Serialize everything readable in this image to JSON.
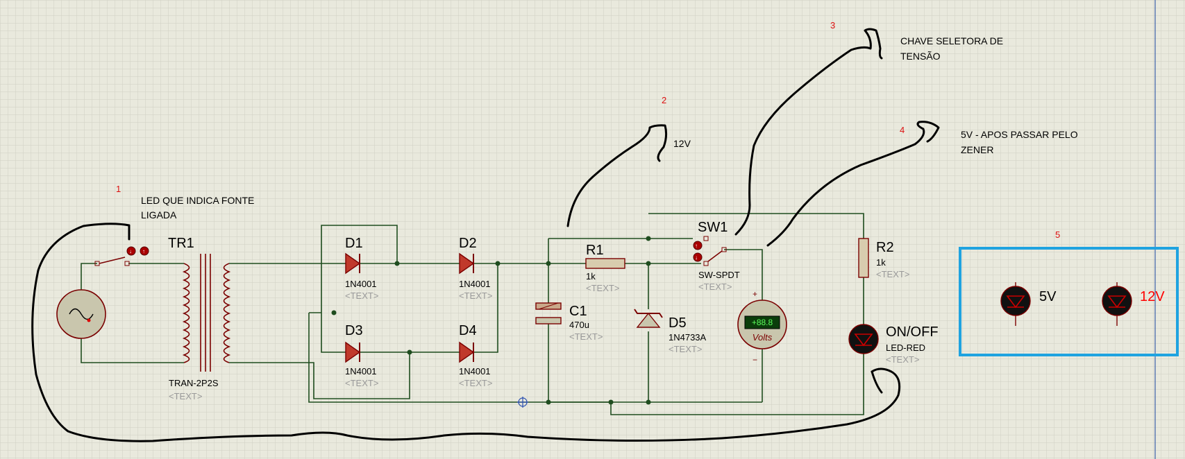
{
  "colors": {
    "background": "#e9e9dd",
    "grid": "#cfcfc2",
    "wire": "#1f4d1f",
    "component": "#7a0000",
    "annotation_box": "#1fa3e0",
    "note_number": "#d11111",
    "led_label_12v": "#ff0000"
  },
  "components": {
    "tr1": {
      "ref": "TR1",
      "part": "TRAN-2P2S",
      "text": "<TEXT>"
    },
    "d1": {
      "ref": "D1",
      "part": "1N4001",
      "text": "<TEXT>"
    },
    "d2": {
      "ref": "D2",
      "part": "1N4001",
      "text": "<TEXT>"
    },
    "d3": {
      "ref": "D3",
      "part": "1N4001",
      "text": "<TEXT>"
    },
    "d4": {
      "ref": "D4",
      "part": "1N4001",
      "text": "<TEXT>"
    },
    "c1": {
      "ref": "C1",
      "value": "470u",
      "text": "<TEXT>"
    },
    "r1": {
      "ref": "R1",
      "value": "1k",
      "text": "<TEXT>"
    },
    "r2": {
      "ref": "R2",
      "value": "1k",
      "text": "<TEXT>"
    },
    "d5": {
      "ref": "D5",
      "part": "1N4733A",
      "text": "<TEXT>"
    },
    "sw1": {
      "ref": "SW1",
      "part": "SW-SPDT",
      "text": "<TEXT>"
    },
    "led_onoff": {
      "ref": "ON/OFF",
      "part": "LED-RED",
      "text": "<TEXT>"
    },
    "voltmeter": {
      "display": "+88.8",
      "unit": "Volts",
      "plus": "+",
      "minus": "−"
    }
  },
  "annotations": [
    {
      "number": "1",
      "lines": [
        "LED QUE INDICA FONTE",
        "LIGADA"
      ]
    },
    {
      "number": "2",
      "lines": [
        "12V"
      ]
    },
    {
      "number": "3",
      "lines": [
        "CHAVE SELETORA DE",
        "TENSÃO"
      ]
    },
    {
      "number": "4",
      "lines": [
        "5V - APOS PASSAR PELO",
        "ZENER"
      ]
    },
    {
      "number": "5",
      "lines": []
    }
  ],
  "legend": {
    "led_5v": "5V",
    "led_12v": "12V"
  }
}
